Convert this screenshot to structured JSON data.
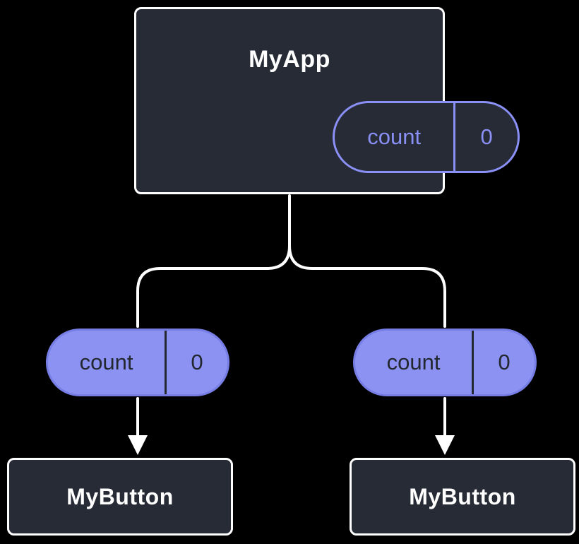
{
  "diagram": {
    "root": {
      "title": "MyApp",
      "state": {
        "name": "count",
        "value": "0"
      }
    },
    "left_prop": {
      "name": "count",
      "value": "0"
    },
    "right_prop": {
      "name": "count",
      "value": "0"
    },
    "left_child": {
      "title": "MyButton"
    },
    "right_child": {
      "title": "MyButton"
    }
  },
  "colors": {
    "background": "#000000",
    "card_fill": "#262b35",
    "card_border": "#ffffff",
    "accent_purple": "#8a90f6",
    "prop_pill_fill": "#8b92f2",
    "prop_pill_border": "#767ee6",
    "dark_text": "#23272f",
    "connector": "#ffffff"
  }
}
